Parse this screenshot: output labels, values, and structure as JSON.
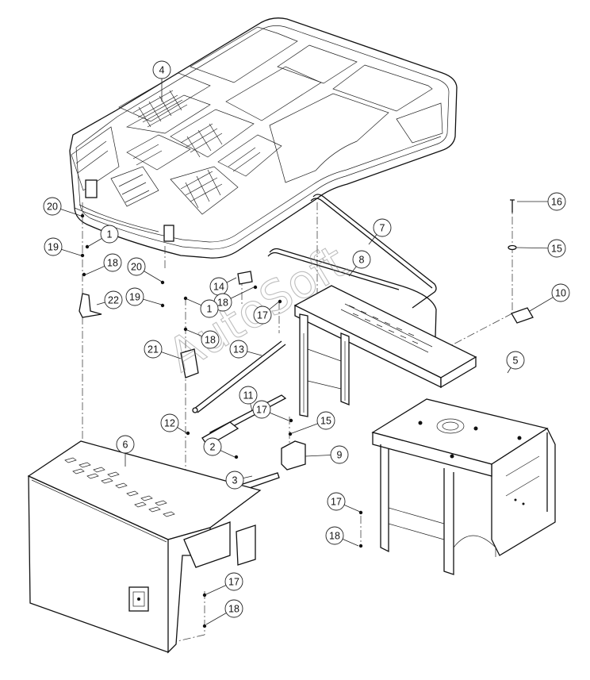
{
  "watermark": "AutoSoft",
  "callouts": [
    {
      "id": "c4",
      "label": "4"
    },
    {
      "id": "c20a",
      "label": "20"
    },
    {
      "id": "c1a",
      "label": "1"
    },
    {
      "id": "c19a",
      "label": "19"
    },
    {
      "id": "c18a",
      "label": "18"
    },
    {
      "id": "c20b",
      "label": "20"
    },
    {
      "id": "c22",
      "label": "22"
    },
    {
      "id": "c19b",
      "label": "19"
    },
    {
      "id": "c14",
      "label": "14"
    },
    {
      "id": "c18b",
      "label": "18"
    },
    {
      "id": "c1b",
      "label": "1"
    },
    {
      "id": "c17a",
      "label": "17"
    },
    {
      "id": "c18c",
      "label": "18"
    },
    {
      "id": "c21",
      "label": "21"
    },
    {
      "id": "c13",
      "label": "13"
    },
    {
      "id": "c11",
      "label": "11"
    },
    {
      "id": "c12",
      "label": "12"
    },
    {
      "id": "c17b",
      "label": "17"
    },
    {
      "id": "c15a",
      "label": "15"
    },
    {
      "id": "c2",
      "label": "2"
    },
    {
      "id": "c3",
      "label": "3"
    },
    {
      "id": "c9",
      "label": "9"
    },
    {
      "id": "c6",
      "label": "6"
    },
    {
      "id": "c7",
      "label": "7"
    },
    {
      "id": "c8",
      "label": "8"
    },
    {
      "id": "c16",
      "label": "16"
    },
    {
      "id": "c15b",
      "label": "15"
    },
    {
      "id": "c10",
      "label": "10"
    },
    {
      "id": "c5",
      "label": "5"
    },
    {
      "id": "c17c",
      "label": "17"
    },
    {
      "id": "c18d",
      "label": "18"
    },
    {
      "id": "c17d",
      "label": "17"
    },
    {
      "id": "c18e",
      "label": "18"
    }
  ]
}
